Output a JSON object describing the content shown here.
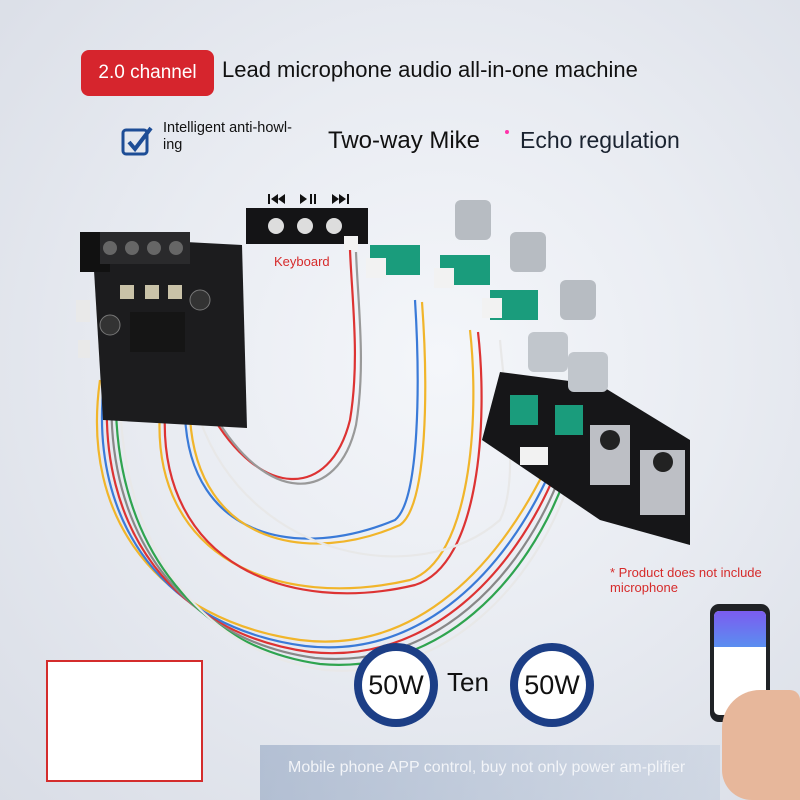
{
  "header": {
    "badge": "2.0 channel",
    "headline": "Lead microphone audio all-in-one machine"
  },
  "features": {
    "small_line1": "Intelligent anti-howl-",
    "small_line2": "ing",
    "mid": "Two-way Mike",
    "right": "Echo regulation"
  },
  "keyboard_label": "Keyboard",
  "keyboard_icons": [
    "previous-icon",
    "play-pause-icon",
    "next-icon"
  ],
  "note_line1": "* Product does not include",
  "note_line2": "microphone",
  "power": {
    "left": "50W",
    "joiner": "Ten",
    "right": "50W"
  },
  "bottom_text": "Mobile phone APP control, buy not only power am-plifier",
  "colors": {
    "badge_red": "#d6252d",
    "ring_blue": "#1c3e86",
    "note_red": "#d62b2b"
  }
}
